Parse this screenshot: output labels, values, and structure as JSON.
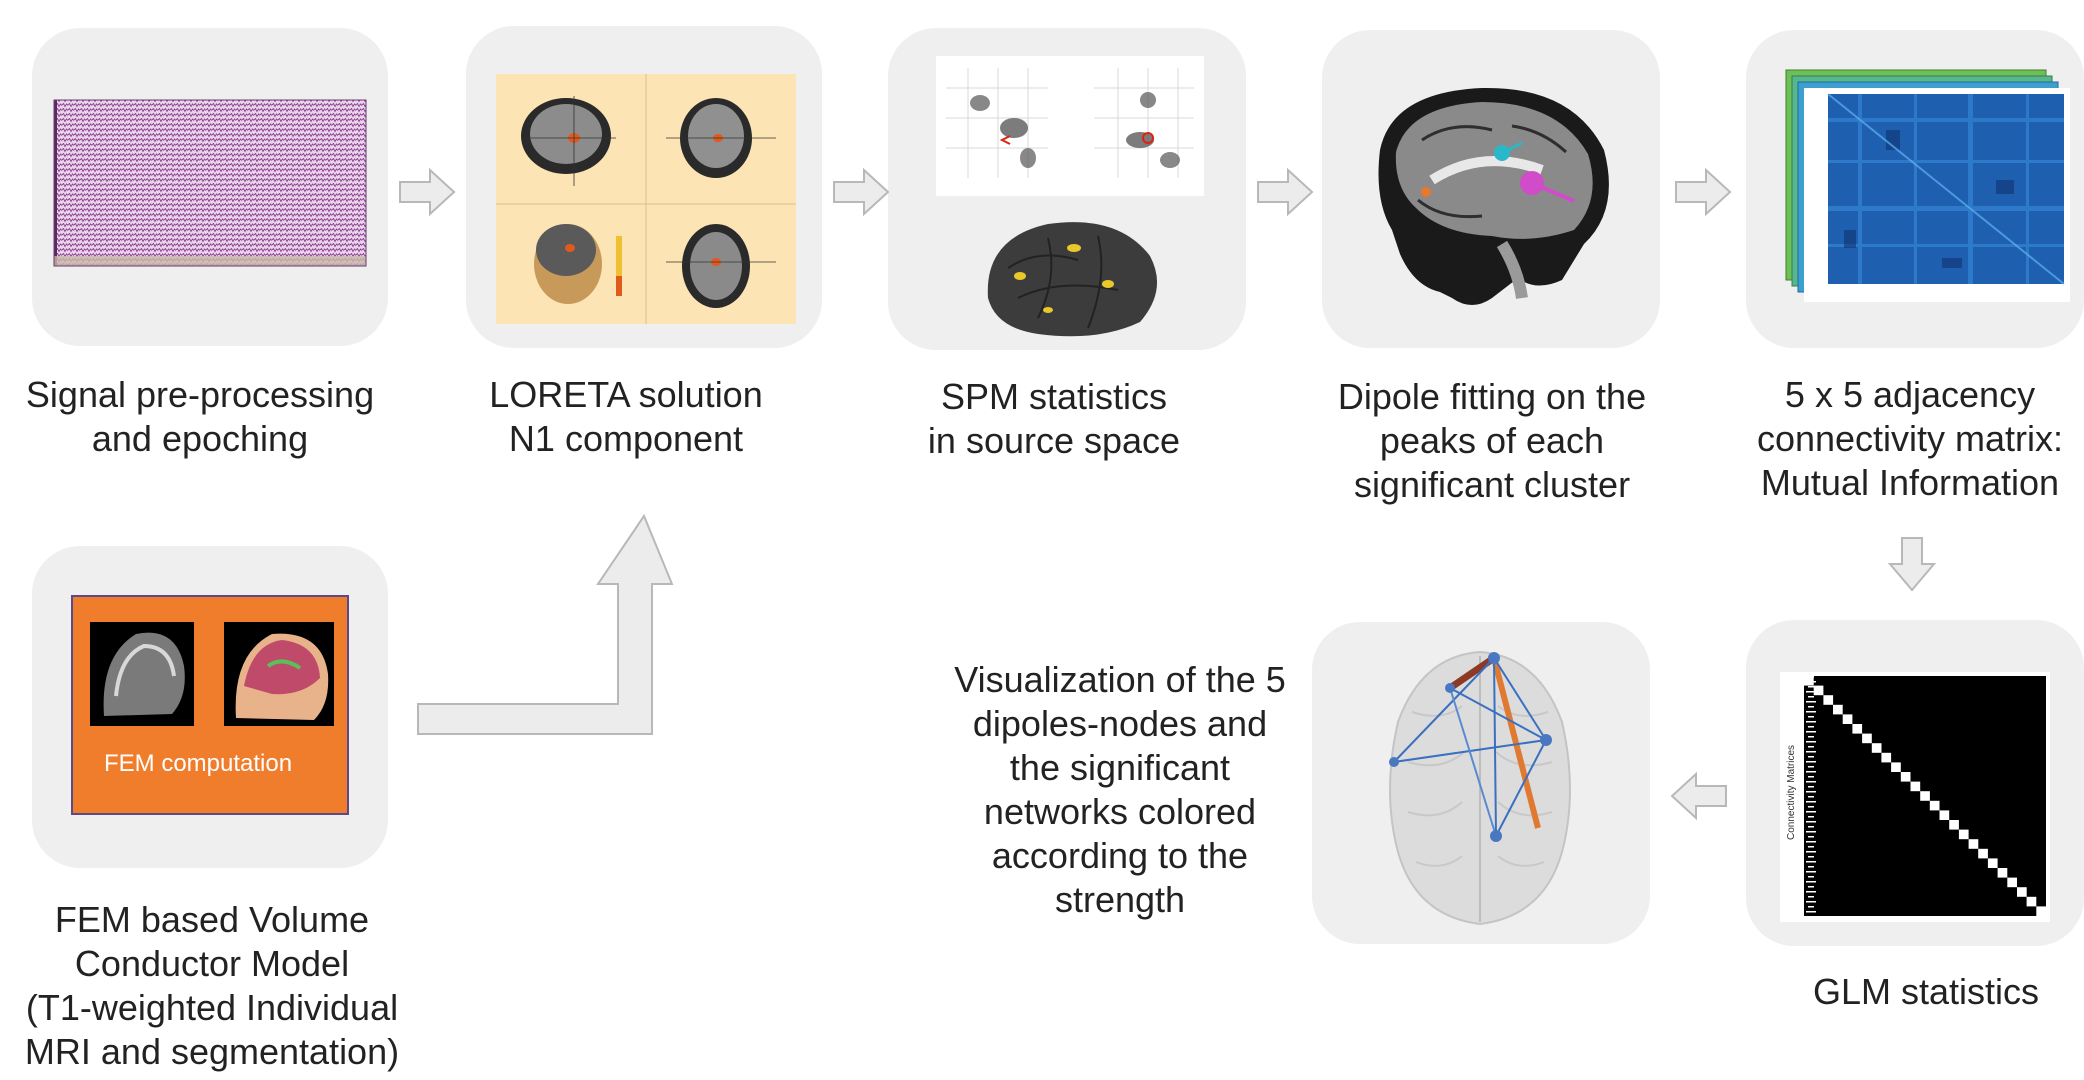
{
  "steps": [
    {
      "lines": [
        "Signal pre-processing",
        "and epoching"
      ]
    },
    {
      "lines": [
        "LORETA solution",
        "N1 component"
      ]
    },
    {
      "lines": [
        "SPM statistics",
        "in source space"
      ]
    },
    {
      "lines": [
        "Dipole fitting on the",
        "peaks of each",
        "significant cluster"
      ]
    },
    {
      "lines": [
        "5 x 5 adjacency",
        "connectivity matrix:",
        "Mutual Information"
      ]
    },
    {
      "lines": [
        "GLM statistics"
      ]
    },
    {
      "lines": [
        "Visualization of the 5",
        "dipoles-nodes  and",
        "the significant",
        "networks colored",
        "according to the",
        "strength"
      ]
    },
    {
      "lines": [
        "FEM based Volume",
        "Conductor Model",
        "(T1-weighted Individual",
        "MRI and segmentation)"
      ]
    }
  ],
  "fem": {
    "label": "FEM computation"
  },
  "glm": {
    "axis_label": "Connectivity Matrices"
  },
  "colors": {
    "panel": "#efefef",
    "arrow_fill": "#ececec",
    "arrow_stroke": "#b8b8b8",
    "fem_orange": "#f07d2c",
    "loreta_bg": "#fde4b4"
  }
}
